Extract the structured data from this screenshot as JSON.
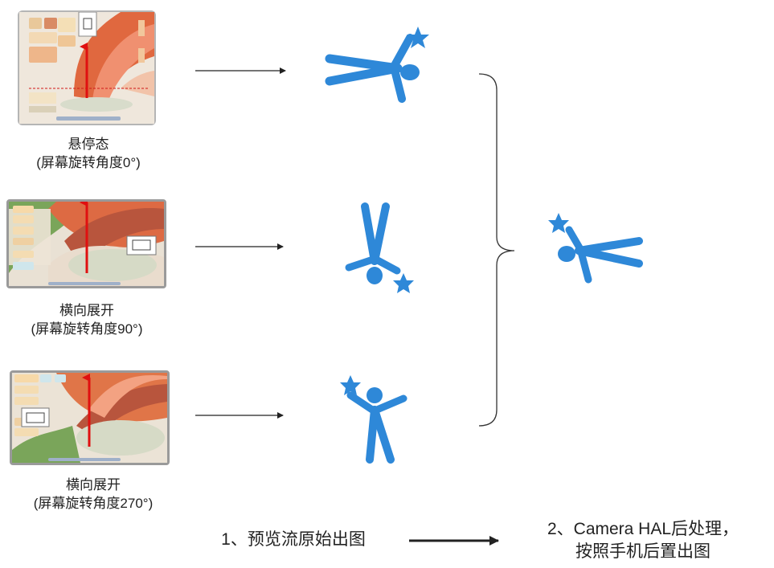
{
  "rows": [
    {
      "title": "悬停态",
      "subtitle": "(屏幕旋转角度0°)"
    },
    {
      "title": "横向展开",
      "subtitle": "(屏幕旋转角度90°)"
    },
    {
      "title": "横向展开",
      "subtitle": "(屏幕旋转角度270°)"
    }
  ],
  "step1_label": "1、预览流原始出图",
  "step2_line1": "2、Camera HAL后处理，",
  "step2_line2": "按照手机后置出图",
  "colors": {
    "figure": "#2e88d8",
    "arrow": "#222222",
    "up_arrow": "#e01010",
    "dashed": "#d01818"
  }
}
